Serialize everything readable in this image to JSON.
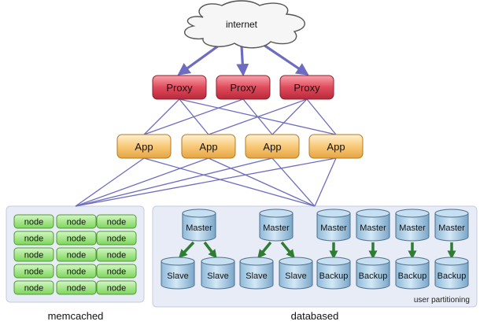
{
  "internet": {
    "label": "internet"
  },
  "proxies": [
    {
      "label": "Proxy"
    },
    {
      "label": "Proxy"
    },
    {
      "label": "Proxy"
    }
  ],
  "apps": [
    {
      "label": "App"
    },
    {
      "label": "App"
    },
    {
      "label": "App"
    },
    {
      "label": "App"
    }
  ],
  "memcached": {
    "label": "memcached",
    "rows": 5,
    "columns": 3,
    "node_label": "node"
  },
  "database": {
    "label": "databased",
    "partition_note": "user partitioning",
    "clusters": [
      {
        "top": "Master",
        "bottom": [
          "Slave",
          "Slave"
        ]
      },
      {
        "top": "Master",
        "bottom": [
          "Slave",
          "Slave"
        ]
      },
      {
        "top": "Master",
        "bottom": [
          "Backup"
        ]
      },
      {
        "top": "Master",
        "bottom": [
          "Backup"
        ]
      },
      {
        "top": "Master",
        "bottom": [
          "Backup"
        ]
      },
      {
        "top": "Master",
        "bottom": [
          "Backup"
        ]
      }
    ]
  },
  "colors": {
    "line": "#6e6cc0",
    "arrow": "#2e7d32",
    "proxy_fill": "#d9485a",
    "app_fill": "#f5c26b",
    "node_fill": "#8fdf6f",
    "db_fill": "#a9cde6",
    "panel_fill": "#e8ecf6"
  }
}
